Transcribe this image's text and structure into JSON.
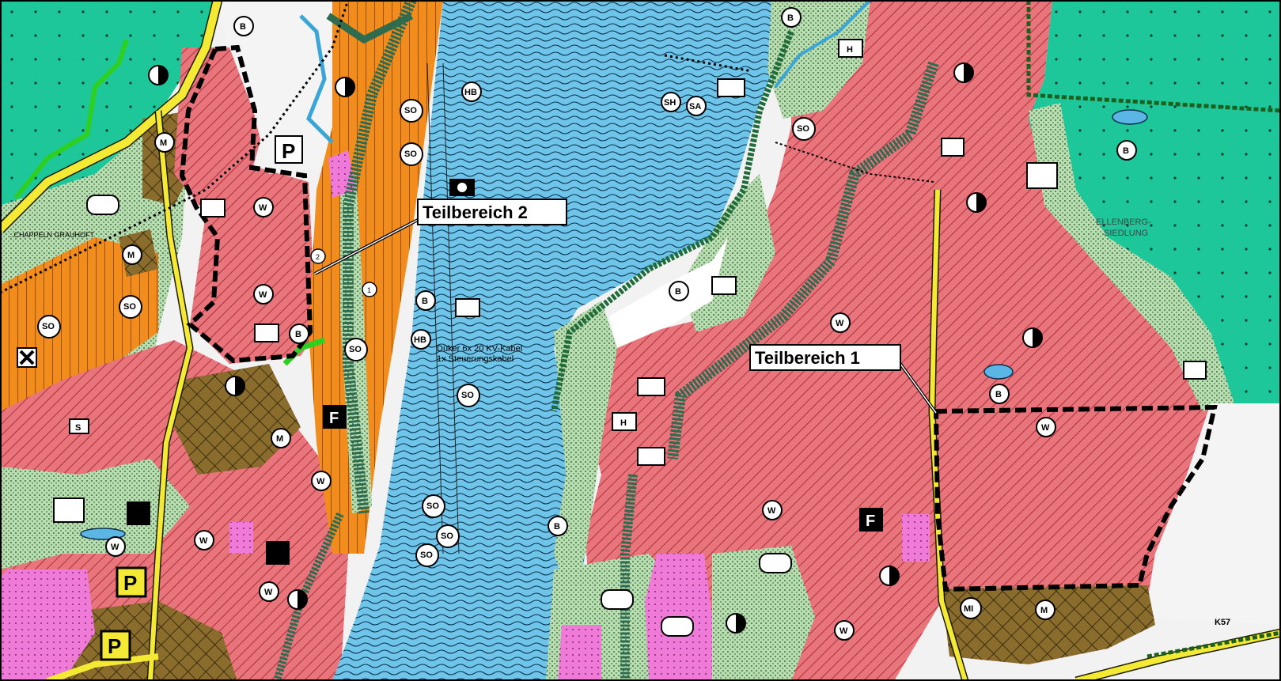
{
  "callouts": {
    "teilbereich_1": "Teilbereich 1",
    "teilbereich_2": "Teilbereich 2"
  },
  "area_names": {
    "ellenberg": "ELLENBERG-",
    "siedlung": "SIEDLUNG",
    "holtenau": "...CHAPPELN GRAUHOFT",
    "road_k57": "K57"
  },
  "cable_label": {
    "line1": "Düker 6x 20 KV-Kabel",
    "line2": "1x Steuerungskabel"
  },
  "symbols": {
    "W": "W",
    "M": "M",
    "MI": "MI",
    "B": "B",
    "SO": "SO",
    "HB": "HB",
    "SH": "SH",
    "SA": "SA",
    "H": "H",
    "P": "P",
    "F": "F",
    "S": "S",
    "n1": "1",
    "n2": "2"
  },
  "colors": {
    "water": "#6ec5e9",
    "residential": "#e8757b",
    "mixed": "#8a6d2c",
    "special": "#f28c1c",
    "forest": "#1dc79a",
    "green": "#b8ddb0",
    "road": "#f4ea35",
    "pink": "#f07ad7",
    "boundary": "#000000"
  }
}
